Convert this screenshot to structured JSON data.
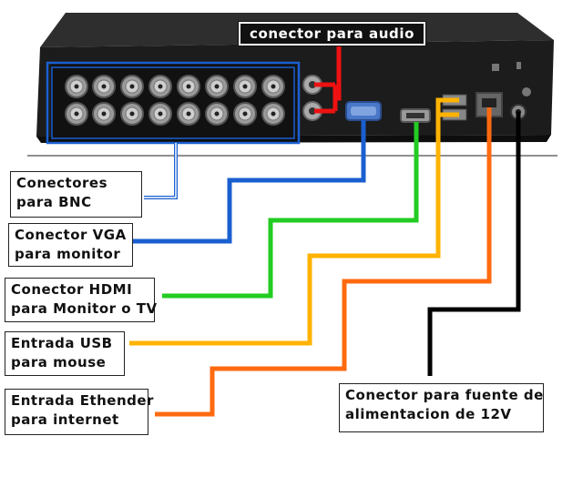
{
  "labels": {
    "audio": "conector para audio",
    "bnc": [
      "Conectores",
      "para BNC"
    ],
    "vga": [
      "Conector VGA",
      "para monitor"
    ],
    "hdmi": [
      "Conector HDMI",
      "para Monitor o TV"
    ],
    "usb": [
      "Entrada USB",
      "para mouse"
    ],
    "ethernet": [
      "Entrada Ethender",
      "para internet"
    ],
    "power": [
      "Conector para fuente de",
      "alimentacion de 12V"
    ]
  },
  "colors": {
    "audio": "#ee1111",
    "bnc": "#1a5fd0",
    "vga": "#1a5fd0",
    "hdmi": "#22cc22",
    "usb": "#ffb300",
    "ethernet": "#ff6a10",
    "power": "#000000",
    "device_body": "#1c1c1c"
  }
}
